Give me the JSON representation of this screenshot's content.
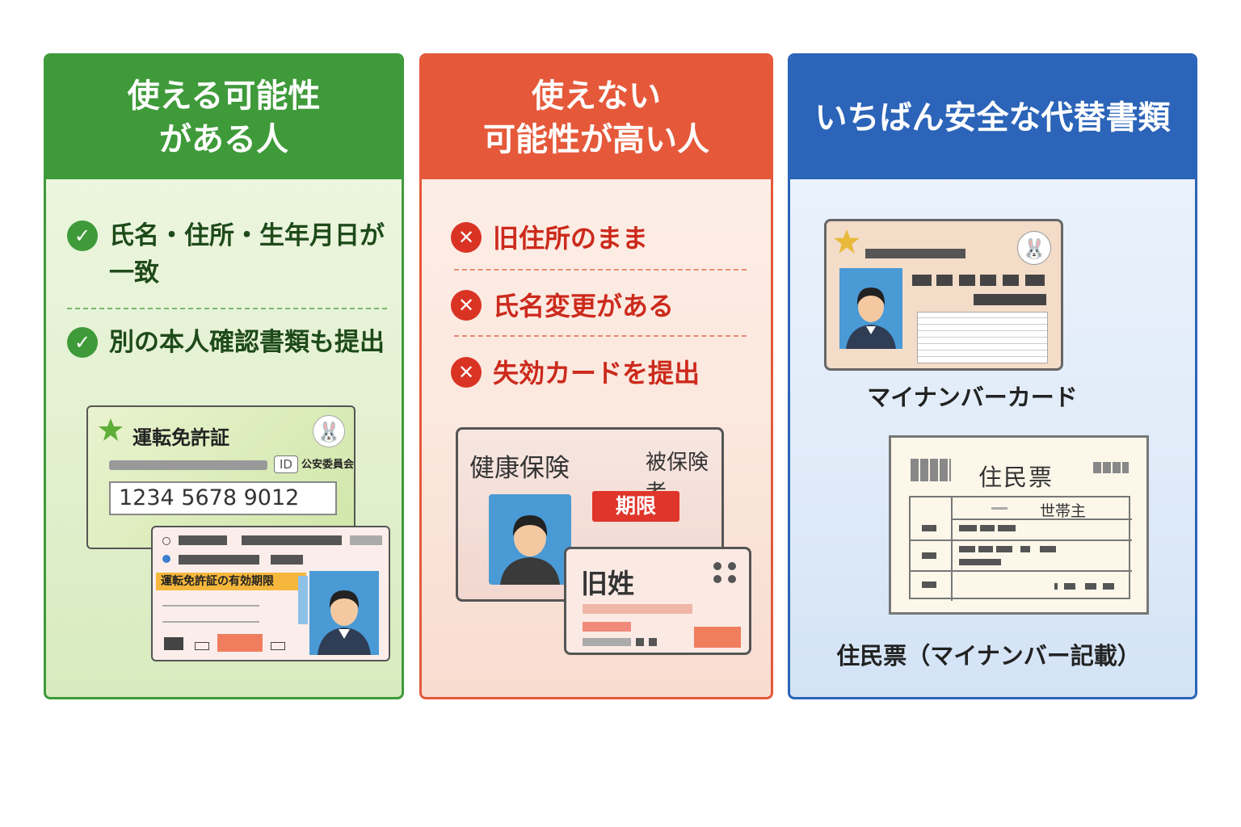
{
  "panels": {
    "can_use": {
      "title_line1": "使える可能性",
      "title_line2": "がある人",
      "items": [
        {
          "line1": "氏名・住所・生年月日が",
          "line2": "一致"
        },
        {
          "line1": "別の本人確認書類も提出",
          "line2": ""
        }
      ],
      "card1": {
        "title": "運転免許証",
        "id_badge": "ID",
        "issuer": "公安委員会",
        "number": "1234 5678 9012"
      },
      "card2": {
        "banner": "運転免許証の有効期限"
      },
      "accent_color": "#3f9a3a"
    },
    "cannot_use": {
      "title_line1": "使えない",
      "title_line2": "可能性が高い人",
      "items": [
        {
          "text": "旧住所のまま"
        },
        {
          "text": "氏名変更がある"
        },
        {
          "text": "失効カードを提出"
        }
      ],
      "card1": {
        "title": "健康保険",
        "corner": "被保険者",
        "red_label": "期限"
      },
      "card2": {
        "title": "旧姓"
      },
      "accent_color": "#e5593a"
    },
    "safest": {
      "title": "いちばん安全な代替書類",
      "card1": {
        "caption": "マイナンバーカード"
      },
      "card2": {
        "title": "住民票",
        "header_right": "世帯主",
        "caption": "住民票（マイナンバー記載）"
      },
      "accent_color": "#2b64b8"
    }
  },
  "icons": {
    "check": "check-circle-icon",
    "cross": "x-circle-icon"
  }
}
